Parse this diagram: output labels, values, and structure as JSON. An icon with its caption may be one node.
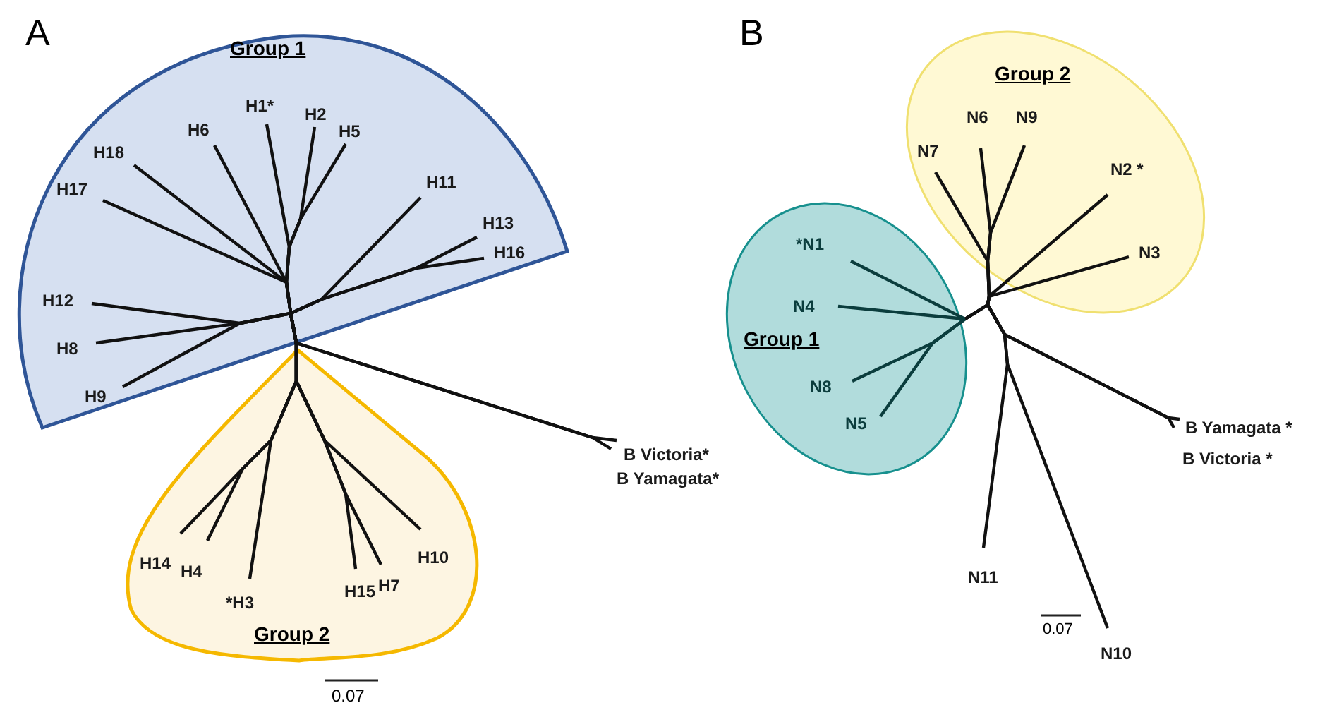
{
  "diagram": {
    "nodes": [
      {
        "text": [
          "Group 1"
        ]
      },
      {
        "text": [
          "H18"
        ],
        "in": 0
      },
      {
        "text": [
          "H17"
        ],
        "in": 0
      },
      {
        "text": [
          "H6"
        ],
        "in": 0
      },
      {
        "text": [
          "H1*"
        ],
        "in": 0
      },
      {
        "text": [
          "H2"
        ],
        "in": 0
      },
      {
        "text": [
          "H5"
        ],
        "in": 0
      },
      {
        "text": [
          "H11"
        ],
        "in": 0
      },
      {
        "text": [
          "H13"
        ],
        "in": 0
      },
      {
        "text": [
          "H16"
        ],
        "in": 0
      },
      {
        "text": [
          "H12"
        ],
        "in": 0
      },
      {
        "text": [
          "H8"
        ],
        "in": 0
      },
      {
        "text": [
          "H9"
        ],
        "in": 0
      },
      {
        "text": [
          "Group 2"
        ]
      },
      {
        "text": [
          "H14"
        ],
        "in": 13
      },
      {
        "text": [
          "H4"
        ],
        "in": 13
      },
      {
        "text": [
          "*H3"
        ],
        "in": 13
      },
      {
        "text": [
          "H15"
        ],
        "in": 13
      },
      {
        "text": [
          "H7"
        ],
        "in": 13
      },
      {
        "text": [
          "H10"
        ],
        "in": 13
      },
      {
        "text": [
          "B Victoria*"
        ]
      },
      {
        "text": [
          "B Yamagata*"
        ]
      },
      {
        "text": [
          "Group 2"
        ]
      },
      {
        "text": [
          "N7"
        ],
        "in": 22
      },
      {
        "text": [
          "N6"
        ],
        "in": 22
      },
      {
        "text": [
          "N9"
        ],
        "in": 22
      },
      {
        "text": [
          "N2 *"
        ],
        "in": 22
      },
      {
        "text": [
          "N3"
        ],
        "in": 22
      },
      {
        "text": [
          "Group 1"
        ]
      },
      {
        "text": [
          "*N1"
        ],
        "in": 28
      },
      {
        "text": [
          "N4"
        ],
        "in": 28
      },
      {
        "text": [
          "N8"
        ],
        "in": 28
      },
      {
        "text": [
          "N5"
        ],
        "in": 28
      },
      {
        "text": [
          "N11"
        ]
      },
      {
        "text": [
          "N10"
        ]
      },
      {
        "text": [
          "B Yamagata *"
        ]
      },
      {
        "text": [
          "B Victoria *"
        ]
      }
    ],
    "edges": [
      {
        "from": null,
        "to": 1,
        "arrow": "none"
      },
      {
        "from": null,
        "to": 2,
        "arrow": "none"
      },
      {
        "from": null,
        "to": 3,
        "arrow": "none"
      },
      {
        "from": null,
        "to": 4,
        "arrow": "none"
      },
      {
        "from": null,
        "to": 5,
        "arrow": "none"
      },
      {
        "from": null,
        "to": 6,
        "arrow": "none"
      },
      {
        "from": null,
        "to": 7,
        "arrow": "none"
      },
      {
        "from": null,
        "to": 8,
        "arrow": "none"
      },
      {
        "from": null,
        "to": 9,
        "arrow": "none"
      },
      {
        "from": null,
        "to": 10,
        "arrow": "none"
      },
      {
        "from": null,
        "to": 11,
        "arrow": "none"
      },
      {
        "from": null,
        "to": 12,
        "arrow": "none"
      },
      {
        "from": null,
        "to": 14,
        "arrow": "none"
      },
      {
        "from": null,
        "to": 15,
        "arrow": "none"
      },
      {
        "from": null,
        "to": 16,
        "arrow": "none"
      },
      {
        "from": null,
        "to": 17,
        "arrow": "none"
      },
      {
        "from": null,
        "to": 18,
        "arrow": "none"
      },
      {
        "from": null,
        "to": 19,
        "arrow": "none"
      },
      {
        "from": null,
        "to": 20,
        "arrow": "none"
      },
      {
        "from": null,
        "to": 21,
        "arrow": "none"
      },
      {
        "from": null,
        "to": 23,
        "arrow": "none"
      },
      {
        "from": null,
        "to": 24,
        "arrow": "none"
      },
      {
        "from": null,
        "to": 25,
        "arrow": "none"
      },
      {
        "from": null,
        "to": 26,
        "arrow": "none"
      },
      {
        "from": null,
        "to": 27,
        "arrow": "none"
      },
      {
        "from": null,
        "to": 29,
        "arrow": "none",
        "color": "#0b3d3d"
      },
      {
        "from": null,
        "to": 30,
        "arrow": "none",
        "color": "#0b3d3d"
      },
      {
        "from": null,
        "to": 31,
        "arrow": "none",
        "color": "#0b3d3d"
      },
      {
        "from": null,
        "to": 32,
        "arrow": "none",
        "color": "#0b3d3d"
      },
      {
        "from": null,
        "to": 33,
        "arrow": "none"
      },
      {
        "from": null,
        "to": 34,
        "arrow": "none"
      },
      {
        "from": null,
        "to": 35,
        "arrow": "none"
      },
      {
        "from": null,
        "to": 36,
        "arrow": "none"
      }
    ],
    "labels": [
      "A",
      "B",
      "0.07",
      "0.07"
    ]
  }
}
